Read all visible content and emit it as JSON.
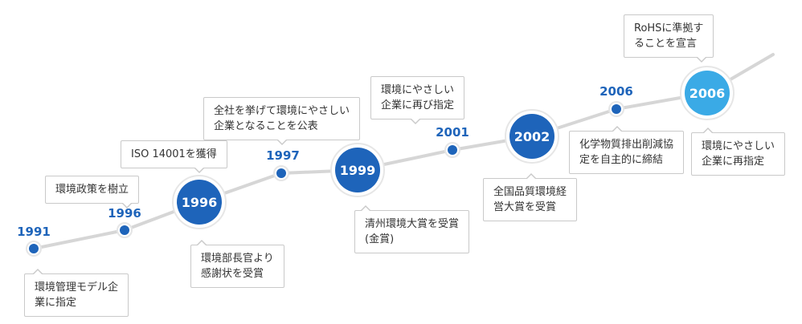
{
  "colors": {
    "line": "#d6d6d6",
    "primary": "#1e64ba",
    "highlight": "#3aaae6",
    "ring": "#e6e6e6",
    "label": "#1e64ba"
  },
  "milestones": [
    {
      "year": "1991",
      "marker": "small",
      "lines": [
        "環境管理モデル企",
        "業に指定"
      ]
    },
    {
      "year": "1996",
      "marker": "small",
      "lines": [
        "環境政策を樹立"
      ]
    },
    {
      "year": "1996",
      "marker": "big",
      "lines": [
        "環境部長官より",
        "感謝状を受賞"
      ]
    },
    {
      "year": "",
      "marker": "none",
      "lines": [
        "ISO 14001を獲得"
      ]
    },
    {
      "year": "1997",
      "marker": "small",
      "lines": [
        "全社を挙げて環境にやさしい",
        "企業となることを公表"
      ]
    },
    {
      "year": "1999",
      "marker": "big",
      "lines": [
        "清州環境大賞を受賞",
        "(金賞)"
      ]
    },
    {
      "year": "2001",
      "marker": "small",
      "lines": [
        "環境にやさしい",
        "企業に再び指定"
      ]
    },
    {
      "year": "2002",
      "marker": "big",
      "lines": [
        "全国品質環境経",
        "営大賞を受賞"
      ]
    },
    {
      "year": "2006",
      "marker": "small",
      "lines": [
        "化学物質排出削減協",
        "定を自主的に締結"
      ]
    },
    {
      "year": "2006",
      "marker": "big-highlight",
      "lines": [
        "環境にやさしい",
        "企業に再指定"
      ]
    },
    {
      "year": "",
      "marker": "none",
      "lines": [
        "RoHSに準拠す",
        "ることを宣言"
      ]
    }
  ]
}
